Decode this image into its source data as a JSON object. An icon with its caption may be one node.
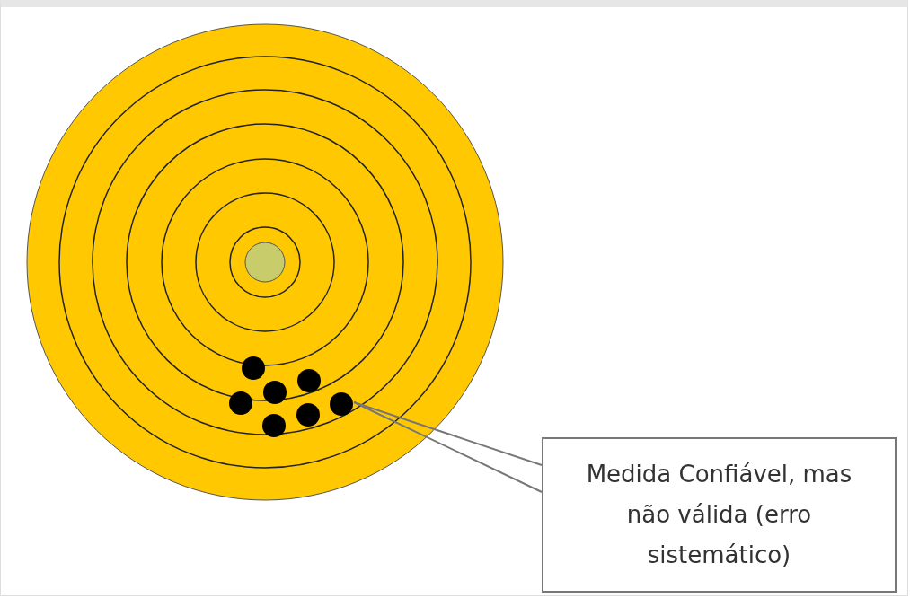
{
  "diagram": {
    "nodes": [
      {
        "text": [
          "Medida Confiável, mas não válida (erro sistemático)"
        ]
      },
      {
        "text": [],
        "shape": "circle"
      }
    ],
    "edges": [
      {
        "from": 0,
        "to": 1,
        "arrow": "none"
      }
    ]
  }
}
